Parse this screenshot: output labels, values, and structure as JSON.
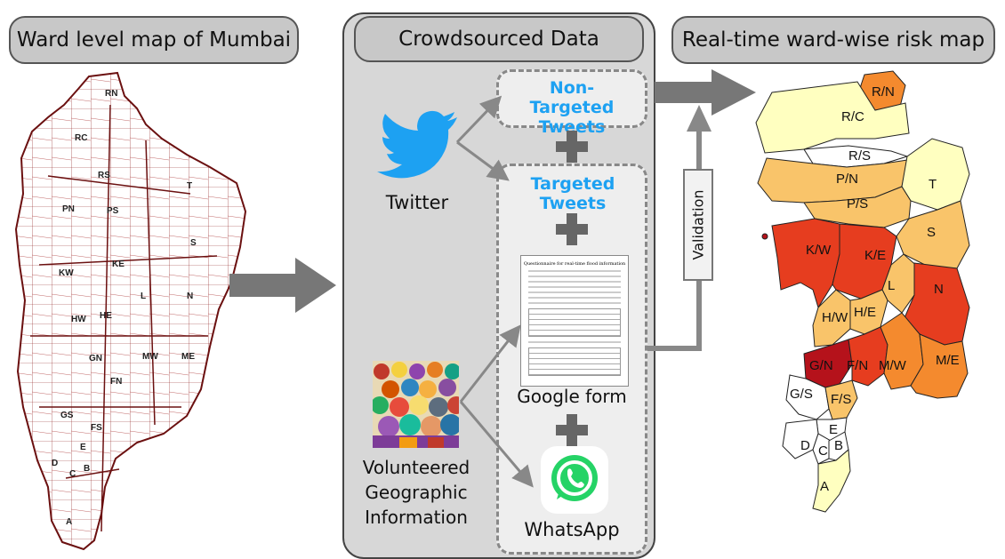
{
  "headers": {
    "left": "Ward level map of Mumbai",
    "center": "Crowdsourced Data",
    "right": "Real-time ward-wise risk map"
  },
  "sources": {
    "non_targeted": "Non-Targeted Tweets",
    "targeted": "Targeted Tweets",
    "twitter": "Twitter",
    "google_form": "Google form",
    "whatsapp": "WhatsApp",
    "vgi": "Volunteered Geographic Information"
  },
  "form_title": "Questionnaire for real-time flood information",
  "validation": "Validation",
  "left_map_wards": [
    "RN",
    "RC",
    "RS",
    "PN",
    "PS",
    "T",
    "KW",
    "KE",
    "S",
    "L",
    "N",
    "HW",
    "HE",
    "GN",
    "FN",
    "MW",
    "ME",
    "GS",
    "FS",
    "E",
    "B",
    "D",
    "C",
    "A"
  ],
  "risk_map_wards": [
    "R/N",
    "R/C",
    "R/S",
    "P/N",
    "T",
    "P/S",
    "S",
    "K/W",
    "K/E",
    "L",
    "N",
    "H/W",
    "H/E",
    "G/N",
    "F/N",
    "M/W",
    "M/E",
    "G/S",
    "F/S",
    "E",
    "D",
    "C",
    "B",
    "A"
  ],
  "colors": {
    "very_high": "#b5121b",
    "high": "#e63d1f",
    "medium_high": "#f48a2e",
    "medium": "#f9c46a",
    "low": "#ffffc0",
    "none": "#ffffff",
    "twitter_blue": "#1da1f2",
    "whatsapp_green": "#25d366",
    "arrow_gray": "#7a7a7a"
  }
}
